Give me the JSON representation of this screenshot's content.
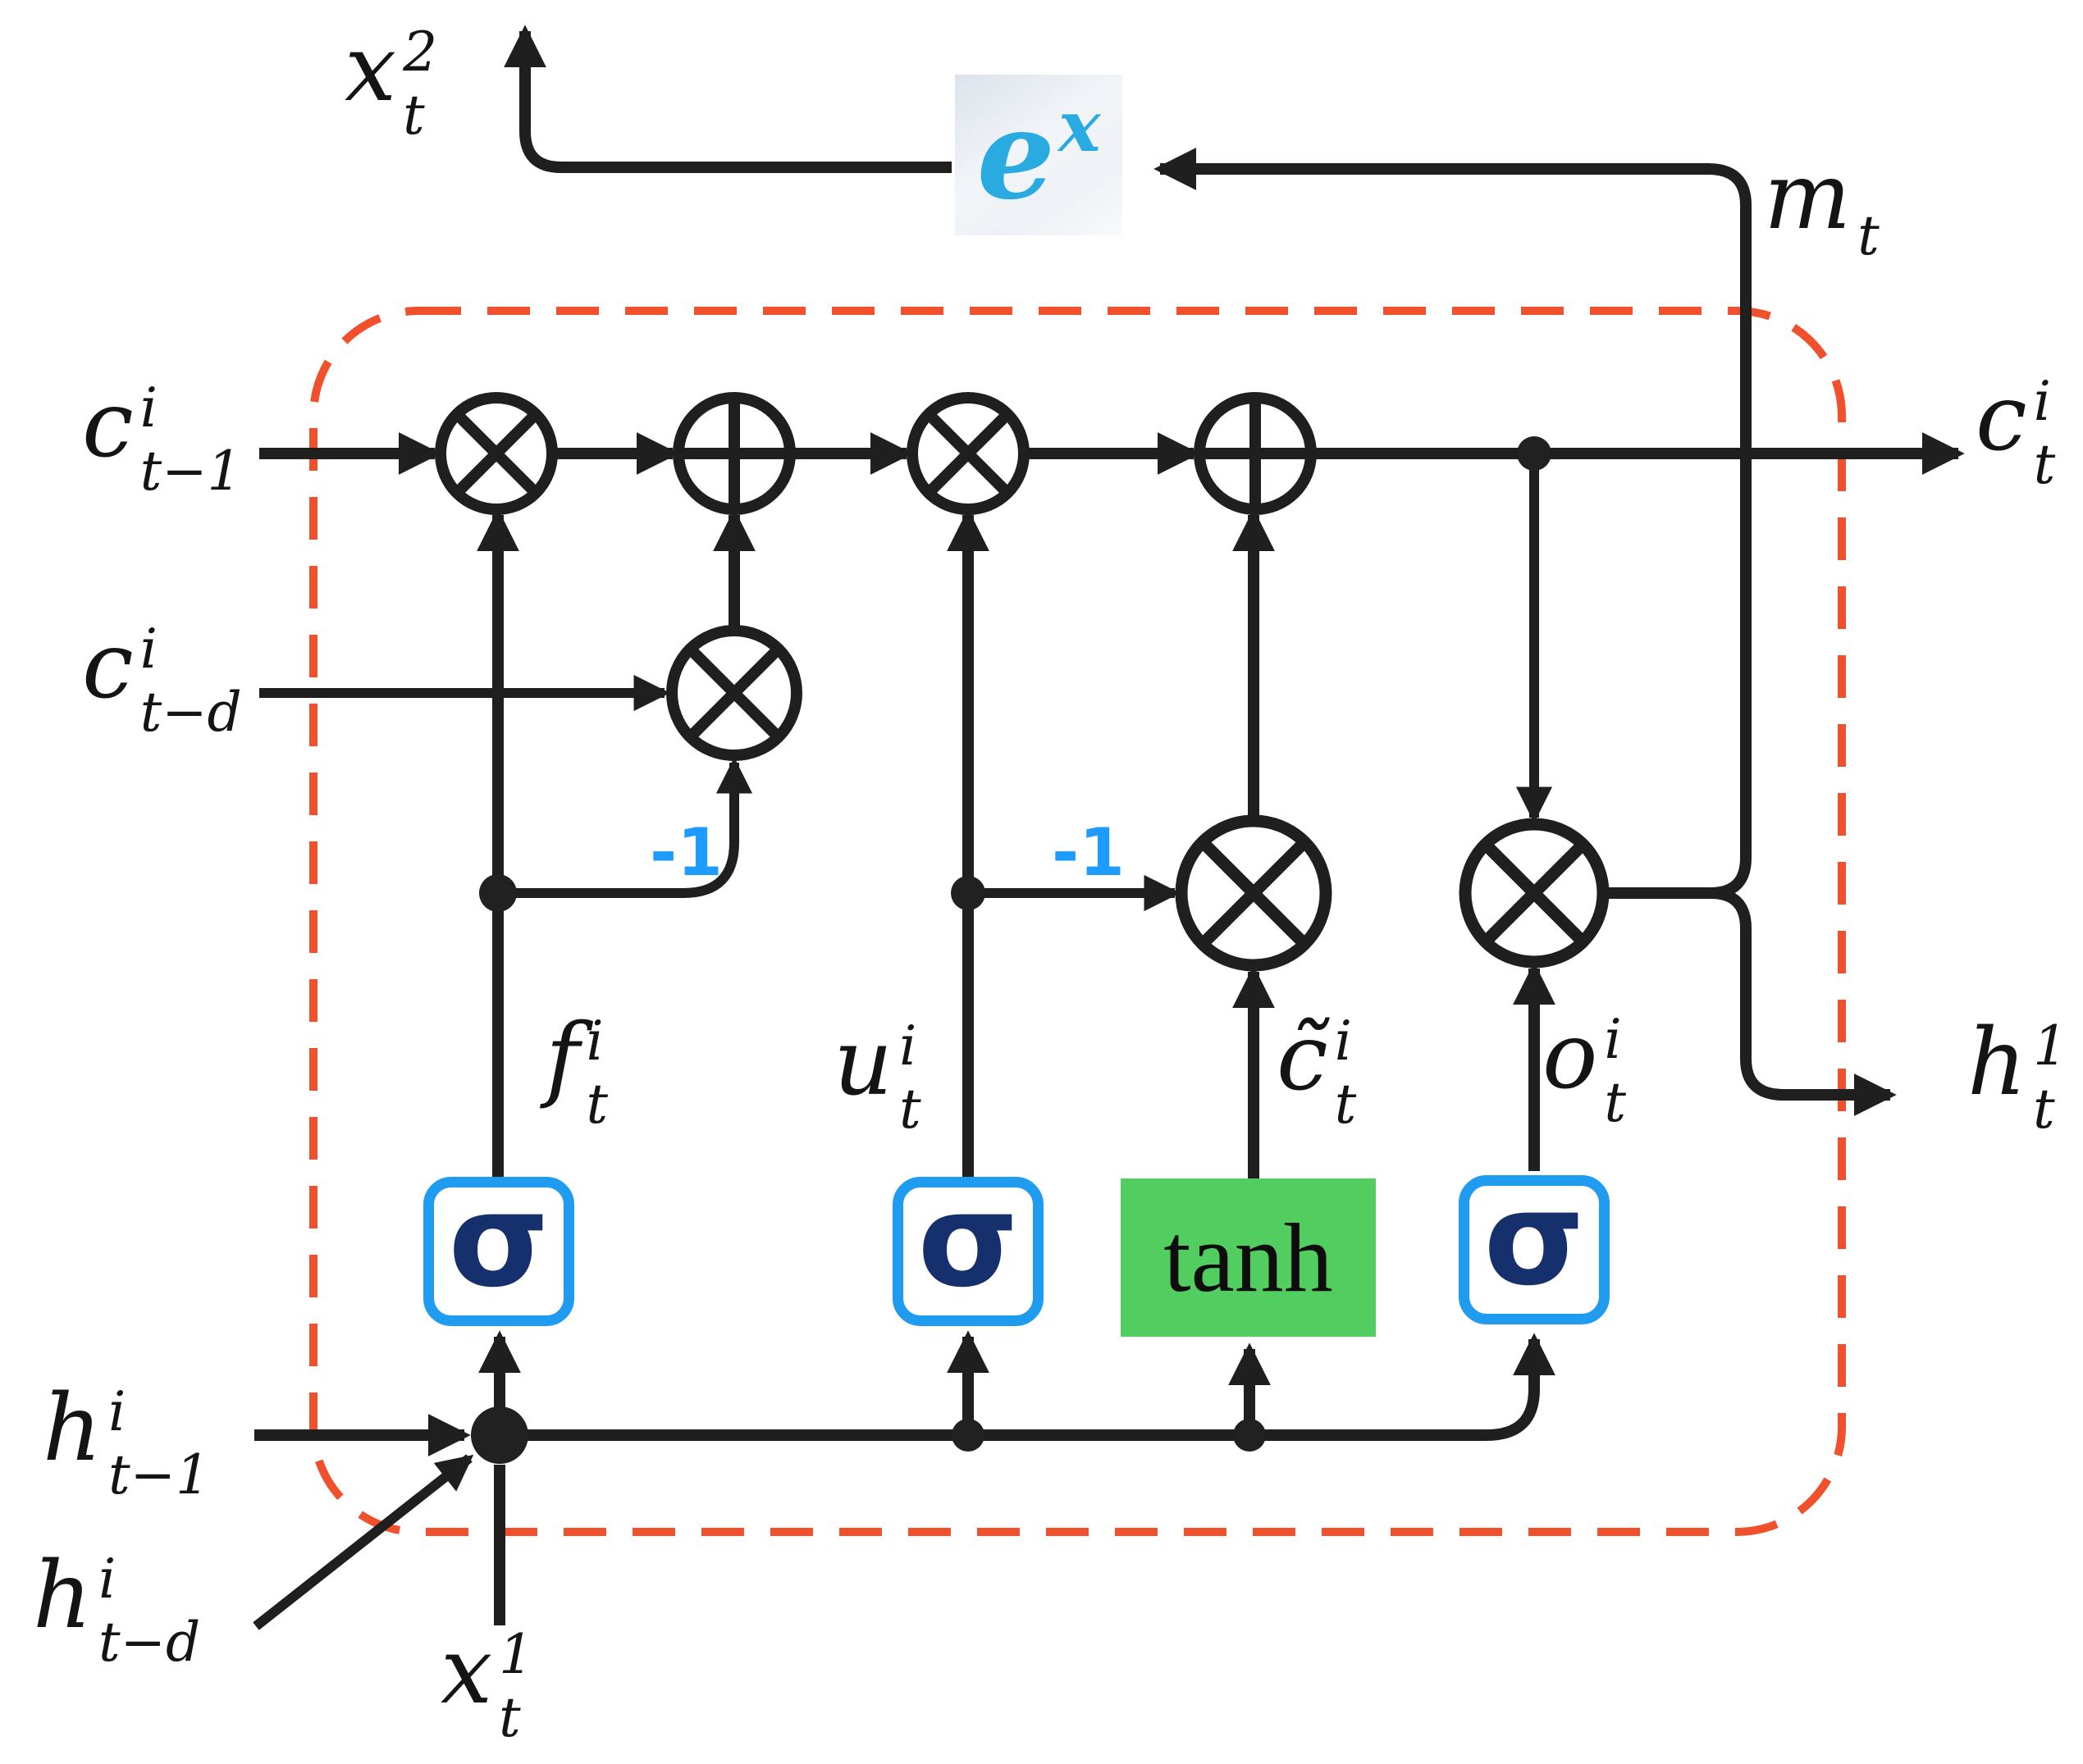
{
  "figure": {
    "type": "diagram",
    "description": "Recurrent LSTM-style cell with dilated (t-d) connections, exponential output unit and dashed cell boundary"
  },
  "colors": {
    "line": "#1f1f1f",
    "dashed_border": "#f1502c",
    "gate_border": "#1f9bf0",
    "sigma_glyph": "#16306d",
    "tanh_bg": "#52cd60",
    "neg_one": "#1e9bff",
    "exp_text": "#29abe2"
  },
  "operators": {
    "multiply": "⊗",
    "add": "⊕"
  },
  "labels": {
    "x_out": {
      "base": "x",
      "sup": "2",
      "sub": "t"
    },
    "exp": {
      "base": "e",
      "sup": "x"
    },
    "m": {
      "base": "m",
      "sup": "",
      "sub": "t"
    },
    "c_prev": {
      "base": "c",
      "sup": "i",
      "sub": "t−1"
    },
    "c_delay": {
      "base": "c",
      "sup": "i",
      "sub": "t−d"
    },
    "c_out": {
      "base": "c",
      "sup": "i",
      "sub": "t"
    },
    "h_out": {
      "base": "h",
      "sup": "1",
      "sub": "t"
    },
    "f_gate": {
      "base": "f",
      "sup": "i",
      "sub": "t"
    },
    "u_gate": {
      "base": "u",
      "sup": "i",
      "sub": "t"
    },
    "c_candidate": {
      "base": "c̃",
      "sup": "i",
      "sub": "t"
    },
    "o_gate": {
      "base": "o",
      "sup": "i",
      "sub": "t"
    },
    "h_prev": {
      "base": "h",
      "sup": "i",
      "sub": "t−1"
    },
    "h_delay": {
      "base": "h",
      "sup": "i",
      "sub": "t−d"
    },
    "x_in": {
      "base": "x",
      "sup": "1",
      "sub": "t"
    }
  },
  "gates": {
    "forget": "σ",
    "update": "σ",
    "candidate": "tanh",
    "output": "σ"
  },
  "annotations": {
    "neg_one_left": "-1",
    "neg_one_right": "-1"
  }
}
